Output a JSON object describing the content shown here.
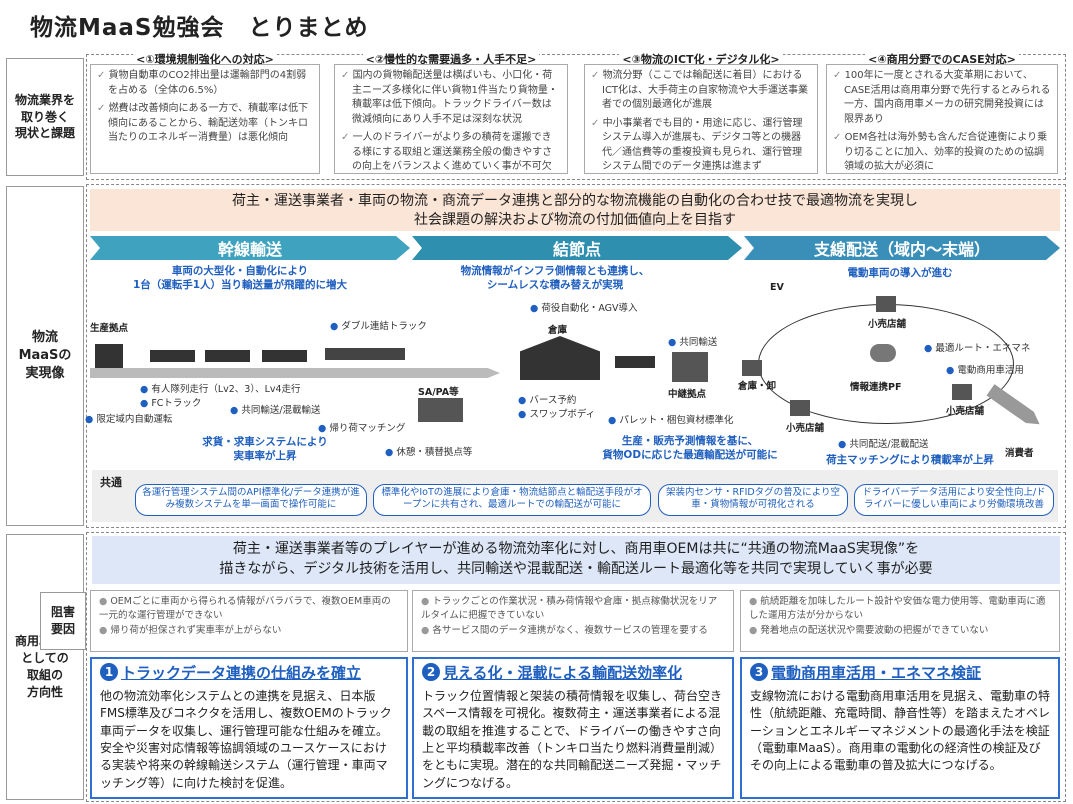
{
  "title": "物流MaaS勉強会　とりまとめ",
  "labels": {
    "current": "物流業界を\n取り巻く\n現状と課題",
    "vision": "物流\nMaaSの\n実現像",
    "direction": "商用車業界\nとしての\n取組の\n方向性",
    "barrier": "阻害\n要因"
  },
  "issues": [
    {
      "header": "<①環境規制強化への対応>",
      "items": [
        "貨物自動車のCO2排出量は運輸部門の4割弱を占める（全体の6.5%）",
        "燃費は改善傾向にある一方で、積載率は低下傾向にあることから、輸配送効率（トンキロ当たりのエネルギー消費量）は悪化傾向"
      ]
    },
    {
      "header": "<②慢性的な需要過多・人手不足>",
      "items": [
        "国内の貨物輸配送量は横ばいも、小口化・荷主ニーズ多様化に伴い貨物1件当たり貨物量・積載率は低下傾向。トラックドライバー数は微減傾向にあり人手不足は深刻な状況",
        "一人のドライバーがより多の積荷を運搬できる様にする取組と運送業務全般の働きやすさの向上をバランスよく進めていく事が不可欠"
      ]
    },
    {
      "header": "<③物流のICT化・デジタル化>",
      "items": [
        "物流分野（ここでは輸配送に着目）におけるICT化は、大手荷主の自家物流や大手運送事業者での個別最適化が進展",
        "中小事業者でも目的・用途に応じ、運行管理システム導入が進展も、デジタコ等との機器代／通信費等の重複投資も見られ、運行管理システム間でのデータ連携は進まず"
      ]
    },
    {
      "header": "<④商用分野でのCASE対応>",
      "items": [
        "100年に一度とされる大変革期において、CASE活用は商用車分野で先行するとみられる一方、国内商用車メーカの研究開発投資には限界あり",
        "OEM各社は海外勢も含んだ合従連衡により乗り切ることに加入、効率的投資のための協調領域の拡大が必須に"
      ]
    }
  ],
  "banner1": [
    "荷主・運送事業者・車両の物流・商流データ連携と部分的な物流機能の自動化の合わせ技で最適物流を実現し",
    "社会課題の解決および物流の付加価値向上を目指す"
  ],
  "stages": [
    "幹線輸送",
    "結節点",
    "支線配送（域内～末端）"
  ],
  "blue_notes": {
    "trunk": "車両の大型化・自動化により\n1台（運転手1人）当り輸送量が飛躍的に増大",
    "node": "物流情報がインフラ側情報とも連携し、\nシームレスな積み替えが実現",
    "branch": "電動車両の導入が進む",
    "matching": "求貨・求車システムにより\n実車率が上昇",
    "forecast": "生産・販売予測情報を基に、\n貨物ODに応じた最適輸配送が可能に",
    "load": "荷主マッチングにより積載率が上昇"
  },
  "tags": {
    "double": "ダブル連結トラック",
    "platoon": "有人隊列走行（Lv2、3）、Lv4走行",
    "fc": "FCトラック",
    "limited": "限定域内自動運転",
    "joint": "共同輸送/混載輸送",
    "matching": "帰り荷マッチング",
    "rest": "休憩・積替拠点等",
    "cargo": "荷役自動化・AGV導入",
    "berth": "バース予約",
    "swap": "スワップボディ",
    "pallet": "パレット・梱包資材標準化",
    "joint2": "共同輸送",
    "route": "最適ルート・エネマネ",
    "ev": "電動商用車活用",
    "mixed": "共同配送/混載配送"
  },
  "places": {
    "factory": "生産拠点",
    "warehouse": "倉庫",
    "sapa": "SA/PA等",
    "relay": "中継拠点",
    "wh2": "倉庫・卸",
    "store": "小売店舗",
    "pf": "情報連携PF",
    "consumer": "消費者",
    "ev": "EV"
  },
  "common": {
    "label": "共通",
    "items": [
      "各運行管理システム間のAPI標準化/データ連携が進み複数システムを単一画面で操作可能に",
      "標準化やIoTの進展により倉庫・物流結節点と輸配送手段がオープンに共有され、最適ルートでの輸配送が可能に",
      "架装内センサ・RFIDタグの普及により空車・貨物情報が可視化される",
      "ドライバーデータ活用により安全性向上/ドライバーに優しい車両により労働環境改善"
    ]
  },
  "banner2": [
    "荷主・運送事業者等のプレイヤーが進める物流効率化に対し、商用車OEMは共に“共通の物流MaaS実現像”を",
    "描きながら、デジタル技術を活用し、共同輸送や混載配送・輸配送ルート最適化等を共同で実現していく事が必要"
  ],
  "obstacles": [
    [
      "OEMごとに車両から得られる情報がバラバラで、複数OEM車両の一元的な運行管理ができない",
      "帰り荷が担保されず実車率が上がらない"
    ],
    [
      "トラックごとの作業状況・積み荷情報や倉庫・拠点稼働状況をリアルタイムに把握できていない",
      "各サービス間のデータ連携がなく、複数サービスの管理を要する"
    ],
    [
      "航続距離を加味したルート設計や安価な電力使用等、電動車両に適した運用方法が分からない",
      "発着地点の配送状況や需要波動の把握ができていない"
    ]
  ],
  "solutions": [
    {
      "num": "1",
      "title": "トラックデータ連携の仕組みを確立",
      "body": "他の物流効率化システムとの連携を見据え、日本版FMS標準及びコネクタを活用し、複数OEMのトラック車両データを収集し、運行管理可能な仕組みを確立。安全や災害対応情報等協調領域のユースケースにおける実装や将来の幹線輸送システム（運行管理・車両マッチング等）に向けた検討を促進。"
    },
    {
      "num": "2",
      "title": "見える化・混載による輸配送効率化",
      "body": "トラック位置情報と架装の積荷情報を収集し、荷台空きスペース情報を可視化。複数荷主・運送事業者による混載の取組を推進することで、ドライバーの働きやすさ向上と平均積載率改善（トンキロ当たり燃料消費量削減）をともに実現。潜在的な共同輸配送ニーズ発掘・マッチングにつなげる。"
    },
    {
      "num": "3",
      "title": "電動商用車活用・エネマネ検証",
      "body": "支線物流における電動商用車活用を見据え、電動車の特性（航続距離、充電時間、静音性等）を踏まえたオペレーションとエネルギーマネジメントの最適化手法を検証（電動車MaaS）。商用車の電動化の経済性の検証及びその向上による電動車の普及拡大につなげる。"
    }
  ]
}
